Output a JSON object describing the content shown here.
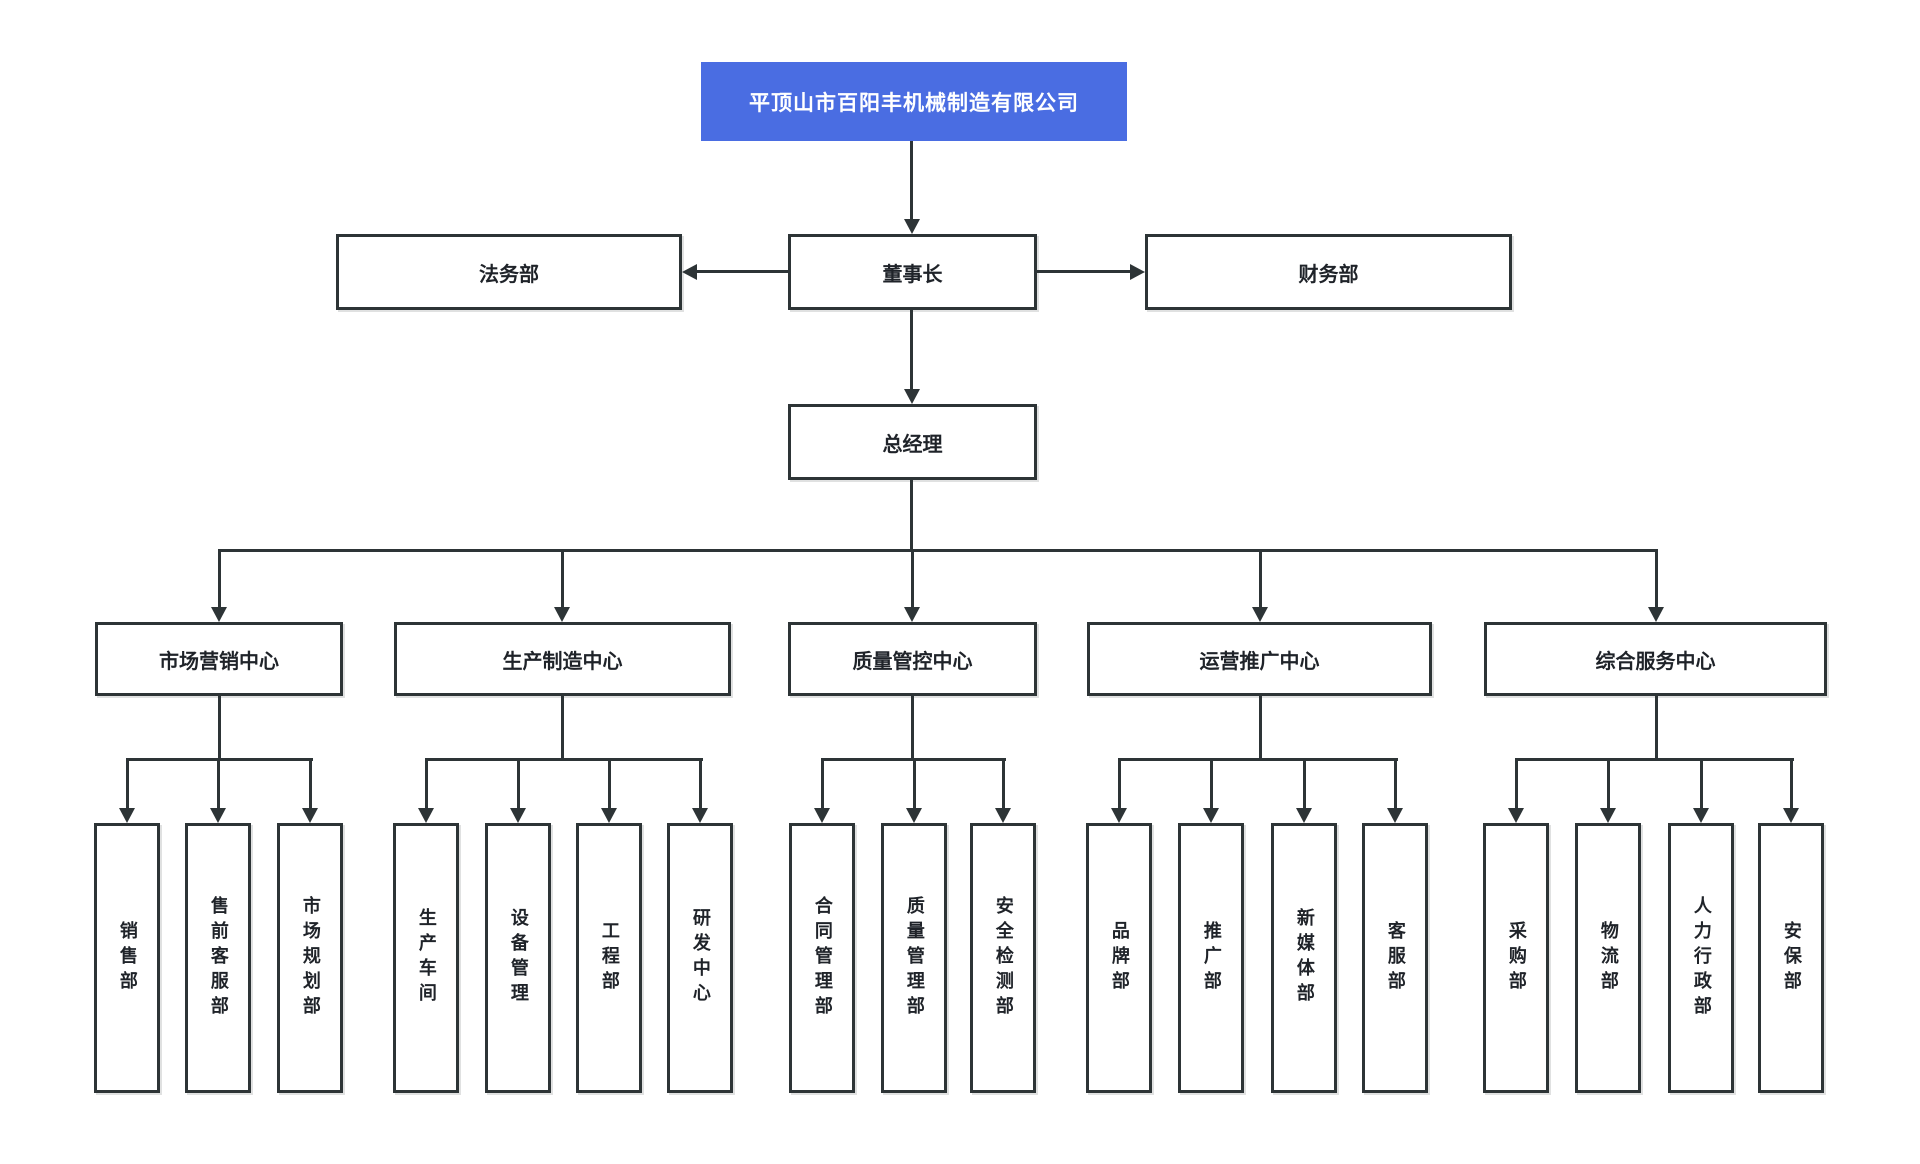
{
  "org_chart": {
    "company": {
      "label": "平顶山市百阳丰机械制造有限公司"
    },
    "executives": {
      "legal": {
        "label": "法务部"
      },
      "chairman": {
        "label": "董事长"
      },
      "finance": {
        "label": "财务部"
      },
      "general_manager": {
        "label": "总经理"
      }
    },
    "centers": [
      {
        "label": "市场营销中心",
        "departments": [
          "销售部",
          "售前客服部",
          "市场规划部"
        ]
      },
      {
        "label": "生产制造中心",
        "departments": [
          "生产车间",
          "设备管理",
          "工程部",
          "研发中心"
        ]
      },
      {
        "label": "质量管控中心",
        "departments": [
          "合同管理部",
          "质量管理部",
          "安全检测部"
        ]
      },
      {
        "label": "运营推广中心",
        "departments": [
          "品牌部",
          "推广部",
          "新媒体部",
          "客服部"
        ]
      },
      {
        "label": "综合服务中心",
        "departments": [
          "采购部",
          "物流部",
          "人力行政部",
          "安保部"
        ]
      }
    ],
    "colors": {
      "background": "#ffffff",
      "root_background": "#4a6de2",
      "root_text": "#ffffff",
      "connector": "#2d3436",
      "node_border": "#2d3436",
      "node_background": "#ffffff",
      "node_text": "#1f2329"
    }
  }
}
